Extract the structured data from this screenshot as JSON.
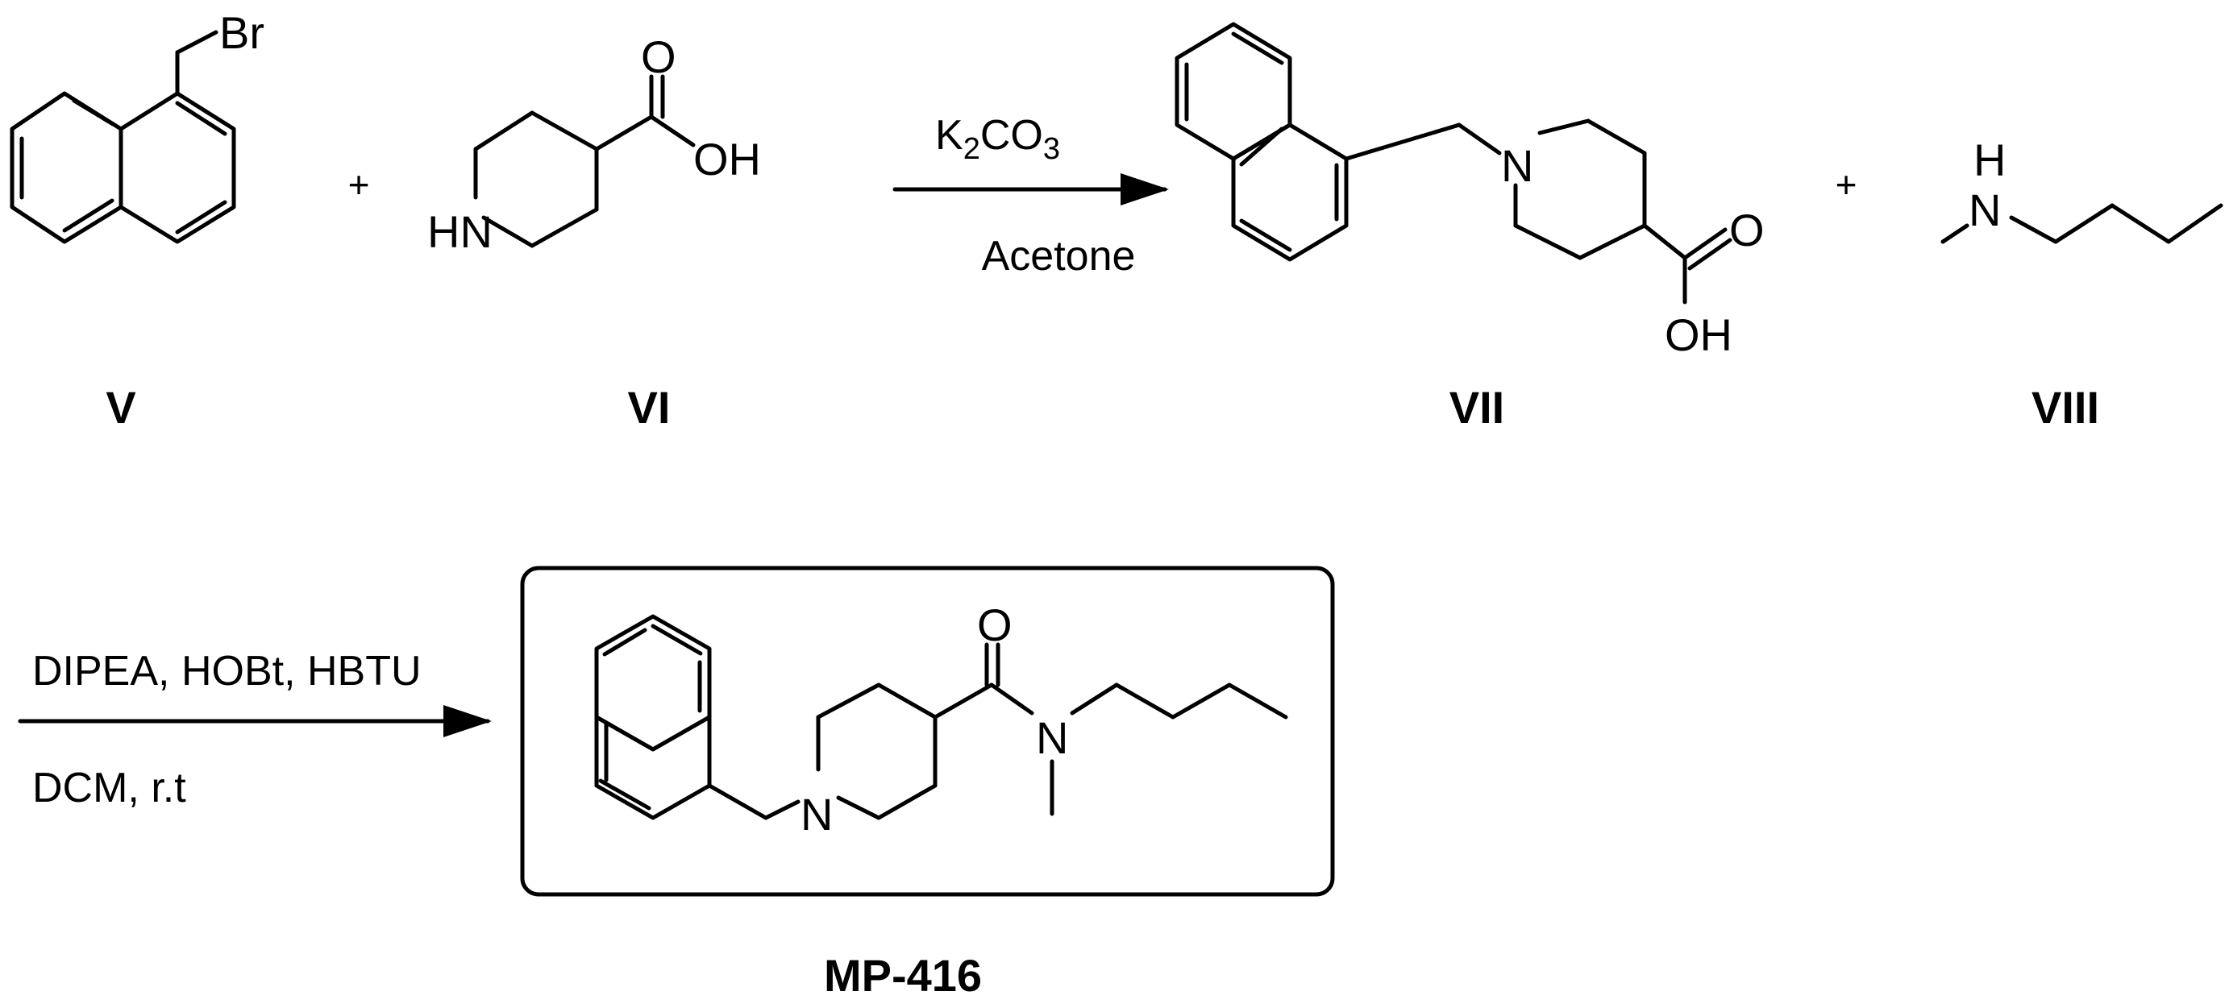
{
  "compounds": {
    "v": "V",
    "vi": "VI",
    "vii": "VII",
    "viii": "VIII",
    "product": "MP-416"
  },
  "atoms": {
    "br": "Br",
    "o": "O",
    "oh": "OH",
    "hn": "HN",
    "n": "N",
    "h": "H"
  },
  "signs": {
    "plus": "+"
  },
  "step1": {
    "reagent_k": "K",
    "reagent_k_sub": "2",
    "reagent_co": "CO",
    "reagent_co_sub": "3",
    "solvent": "Acetone"
  },
  "step2": {
    "reagents": "DIPEA, HOBt, HBTU",
    "conditions": "DCM, r.t"
  }
}
